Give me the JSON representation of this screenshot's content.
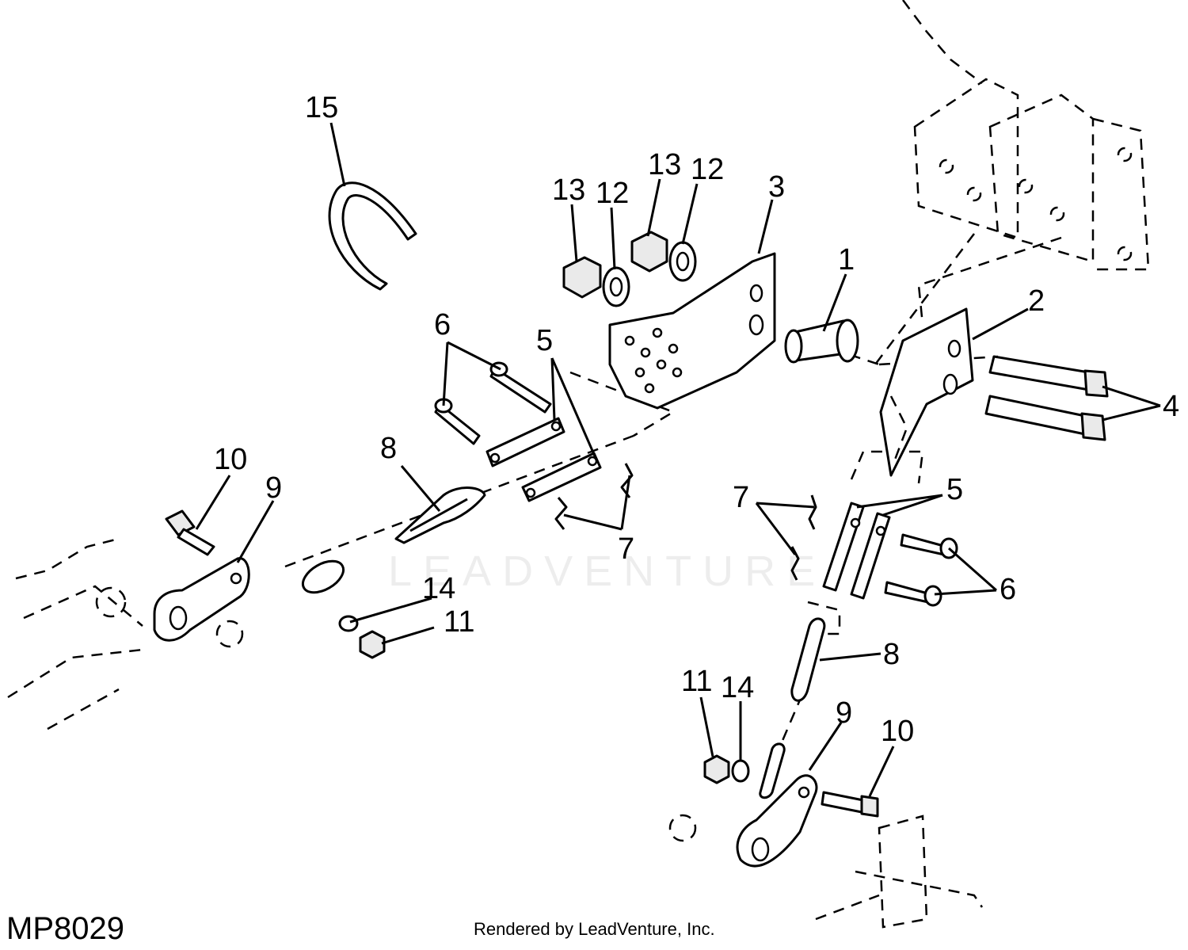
{
  "diagram": {
    "code": "MP8029",
    "credit": "Rendered by LeadVenture, Inc.",
    "watermark": "LEADVENTURE"
  },
  "callouts": [
    {
      "id": "c15",
      "label": "15"
    },
    {
      "id": "c13a",
      "label": "13"
    },
    {
      "id": "c12a",
      "label": "12"
    },
    {
      "id": "c13b",
      "label": "13"
    },
    {
      "id": "c12b",
      "label": "12"
    },
    {
      "id": "c3",
      "label": "3"
    },
    {
      "id": "c1",
      "label": "1"
    },
    {
      "id": "c2",
      "label": "2"
    },
    {
      "id": "c4",
      "label": "4"
    },
    {
      "id": "c6a",
      "label": "6"
    },
    {
      "id": "c5a",
      "label": "5"
    },
    {
      "id": "c8a",
      "label": "8"
    },
    {
      "id": "c7a",
      "label": "7"
    },
    {
      "id": "c10a",
      "label": "10"
    },
    {
      "id": "c9a",
      "label": "9"
    },
    {
      "id": "c14a",
      "label": "14"
    },
    {
      "id": "c11a",
      "label": "11"
    },
    {
      "id": "c7b",
      "label": "7"
    },
    {
      "id": "c5b",
      "label": "5"
    },
    {
      "id": "c6b",
      "label": "6"
    },
    {
      "id": "c8b",
      "label": "8"
    },
    {
      "id": "c11b",
      "label": "11"
    },
    {
      "id": "c14b",
      "label": "14"
    },
    {
      "id": "c9b",
      "label": "9"
    },
    {
      "id": "c10b",
      "label": "10"
    }
  ]
}
